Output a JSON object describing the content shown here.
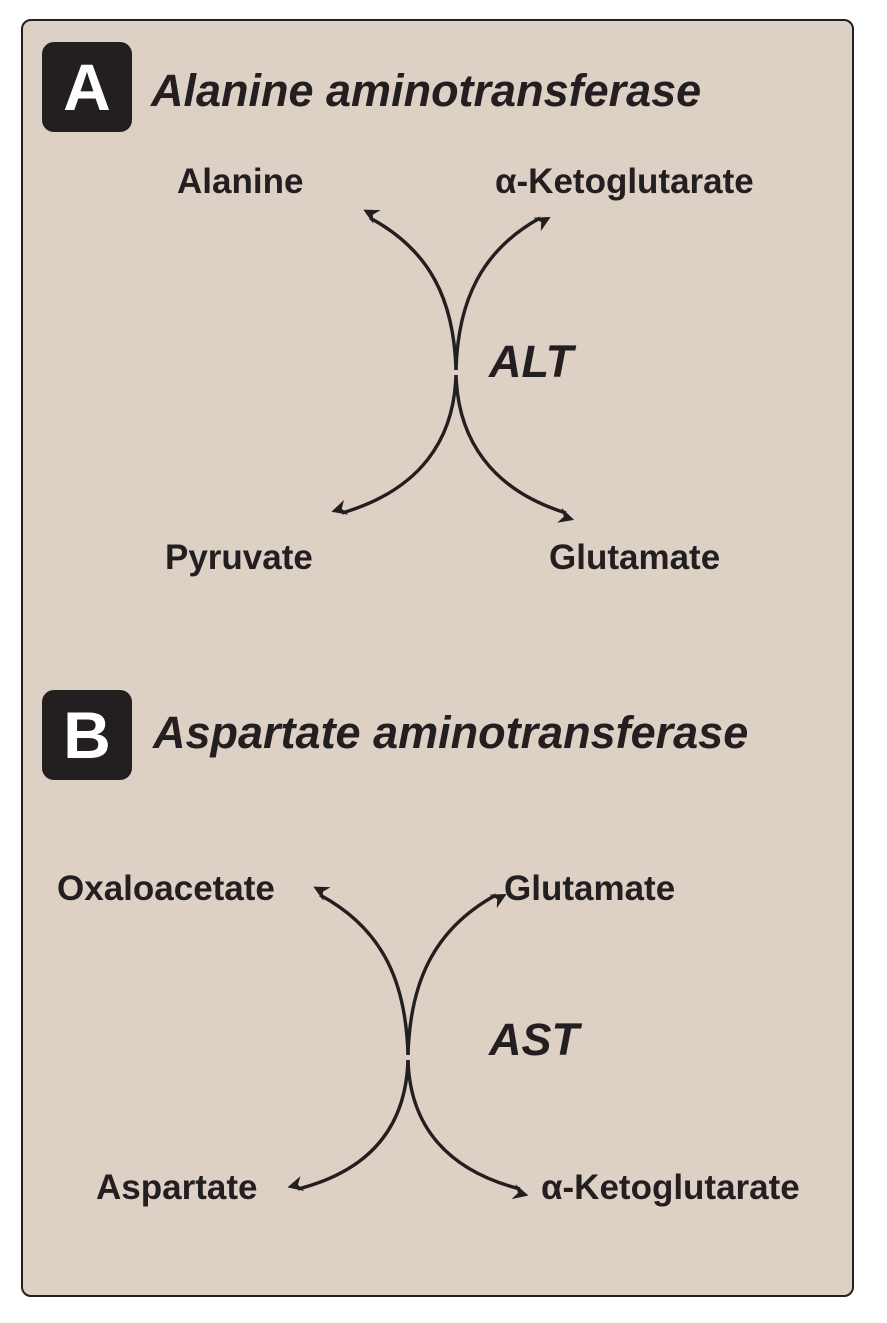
{
  "panel_a": {
    "badge": "A",
    "title": "Alanine aminotransferase",
    "enzyme": "ALT",
    "top_left": "Alanine",
    "top_right": "α-Ketoglutarate",
    "bottom_left": "Pyruvate",
    "bottom_right": "Glutamate"
  },
  "panel_b": {
    "badge": "B",
    "title": "Aspartate aminotransferase",
    "enzyme": "AST",
    "top_left": "Oxaloacetate",
    "top_right": "Glutamate",
    "bottom_left": "Aspartate",
    "bottom_right": "α-Ketoglutarate"
  },
  "colors": {
    "panel_background": "#ddd0c4",
    "ink": "#231f20"
  }
}
